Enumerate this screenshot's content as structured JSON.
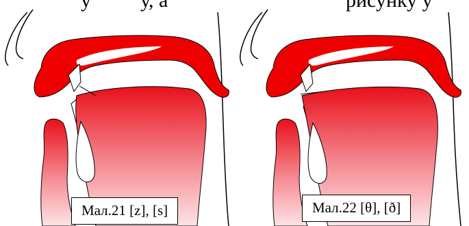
{
  "header_text": {
    "left": "у",
    "middle": "у, а",
    "right": "рисунку у"
  },
  "figures": [
    {
      "caption": "Мал.21 [z], [s]"
    },
    {
      "caption": "Мал.22 [θ], [ð]"
    }
  ],
  "colors": {
    "articulator_red": "#ee0000",
    "tongue_gradient_top": "#e8101a",
    "tongue_gradient_bottom": "#fde4e6",
    "outline": "#000000"
  }
}
